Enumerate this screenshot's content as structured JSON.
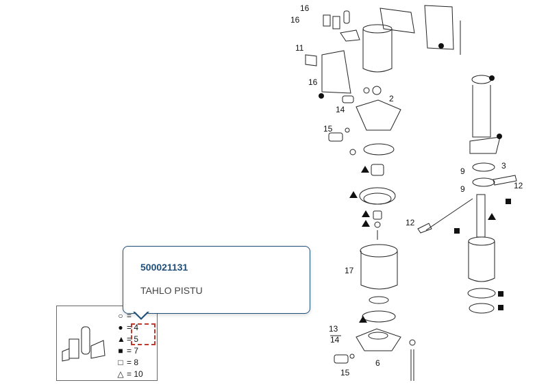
{
  "callouts": [
    "16",
    "16",
    "11",
    "16",
    "2",
    "14",
    "15",
    "3",
    "9",
    "9",
    "12",
    "12",
    "17",
    "13",
    "14",
    "6",
    "15"
  ],
  "legend": {
    "items": [
      {
        "symbol": "○",
        "eq": "="
      },
      {
        "symbol": "●",
        "eq": "= 4"
      },
      {
        "symbol": "▲",
        "eq": "= 5"
      },
      {
        "symbol": "■",
        "eq": "= 7"
      },
      {
        "symbol": "□",
        "eq": "= 8"
      },
      {
        "symbol": "△",
        "eq": "= 10"
      }
    ]
  },
  "tooltip": {
    "part_number": "500021131",
    "part_name": "TAHLO PISTU"
  },
  "colors": {
    "tooltip_border": "#1f4e79",
    "highlight": "#c0392b"
  }
}
